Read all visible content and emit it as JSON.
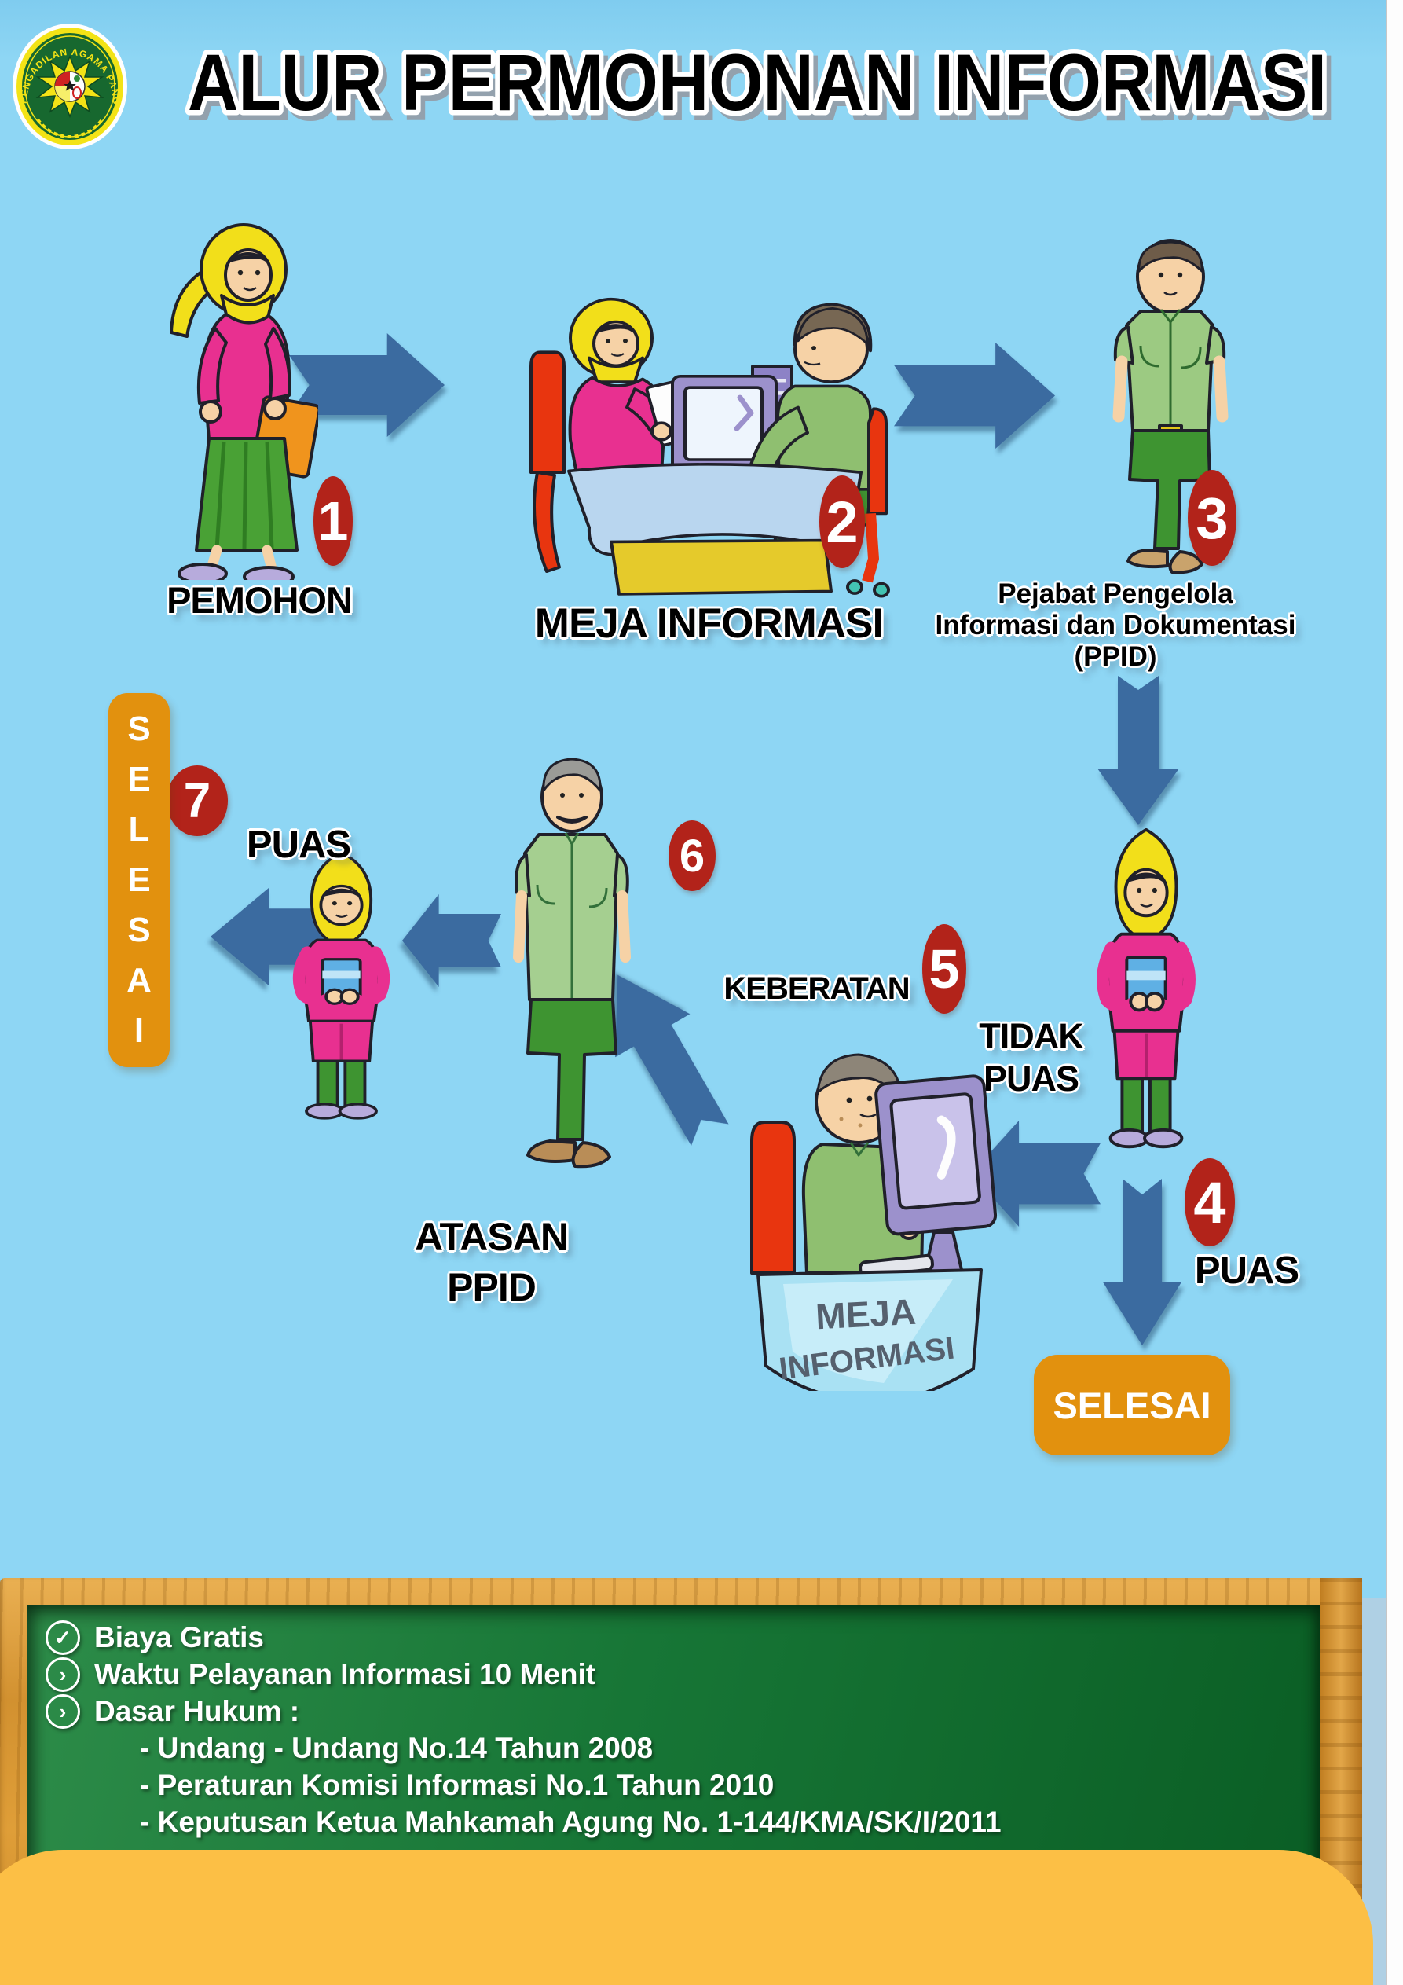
{
  "page": {
    "background": "#8ed6f4",
    "badge_red": "#b2231a",
    "arrow_blue": "#3b6ba0",
    "terminal_orange": "#e2910e",
    "board_green": "#177636",
    "wood_brown": "#d29130",
    "blob_orange": "#fcbf45"
  },
  "header": {
    "title": "ALUR PERMOHONAN INFORMASI",
    "logo_ring_text": "PENGADILAN AGAMA PANGKAL PINANG"
  },
  "flow": {
    "step1": {
      "number": "1",
      "label": "PEMOHON"
    },
    "step2": {
      "number": "2",
      "label": "MEJA INFORMASI"
    },
    "step3": {
      "number": "3",
      "label_lines": [
        "Pejabat Pengelola",
        "Informasi dan Dokumentasi",
        "(PPID)"
      ]
    },
    "step4": {
      "number": "4",
      "label": "PUAS",
      "terminal": "SELESAI"
    },
    "step5": {
      "number": "5",
      "label_lines": [
        "TIDAK",
        "PUAS"
      ],
      "action": "KEBERATAN"
    },
    "step6": {
      "number": "6",
      "label_lines": [
        "ATASAN",
        "PPID"
      ]
    },
    "step7": {
      "number": "7",
      "label": "PUAS",
      "terminal": "SELESAI"
    },
    "desk_banner_lines": [
      "MEJA",
      "INFORMASI"
    ]
  },
  "board": {
    "items": [
      {
        "bullet": "✓",
        "text": "Biaya Gratis"
      },
      {
        "bullet": "›",
        "text": "Waktu Pelayanan Informasi 10 Menit"
      },
      {
        "bullet": "›",
        "text": "Dasar Hukum :"
      },
      {
        "bullet": "",
        "text": "- Undang - Undang No.14 Tahun 2008"
      },
      {
        "bullet": "",
        "text": "- Peraturan Komisi Informasi No.1 Tahun 2010"
      },
      {
        "bullet": "",
        "text": "- Keputusan Ketua Mahkamah Agung No. 1-144/KMA/SK/I/2011"
      }
    ]
  }
}
